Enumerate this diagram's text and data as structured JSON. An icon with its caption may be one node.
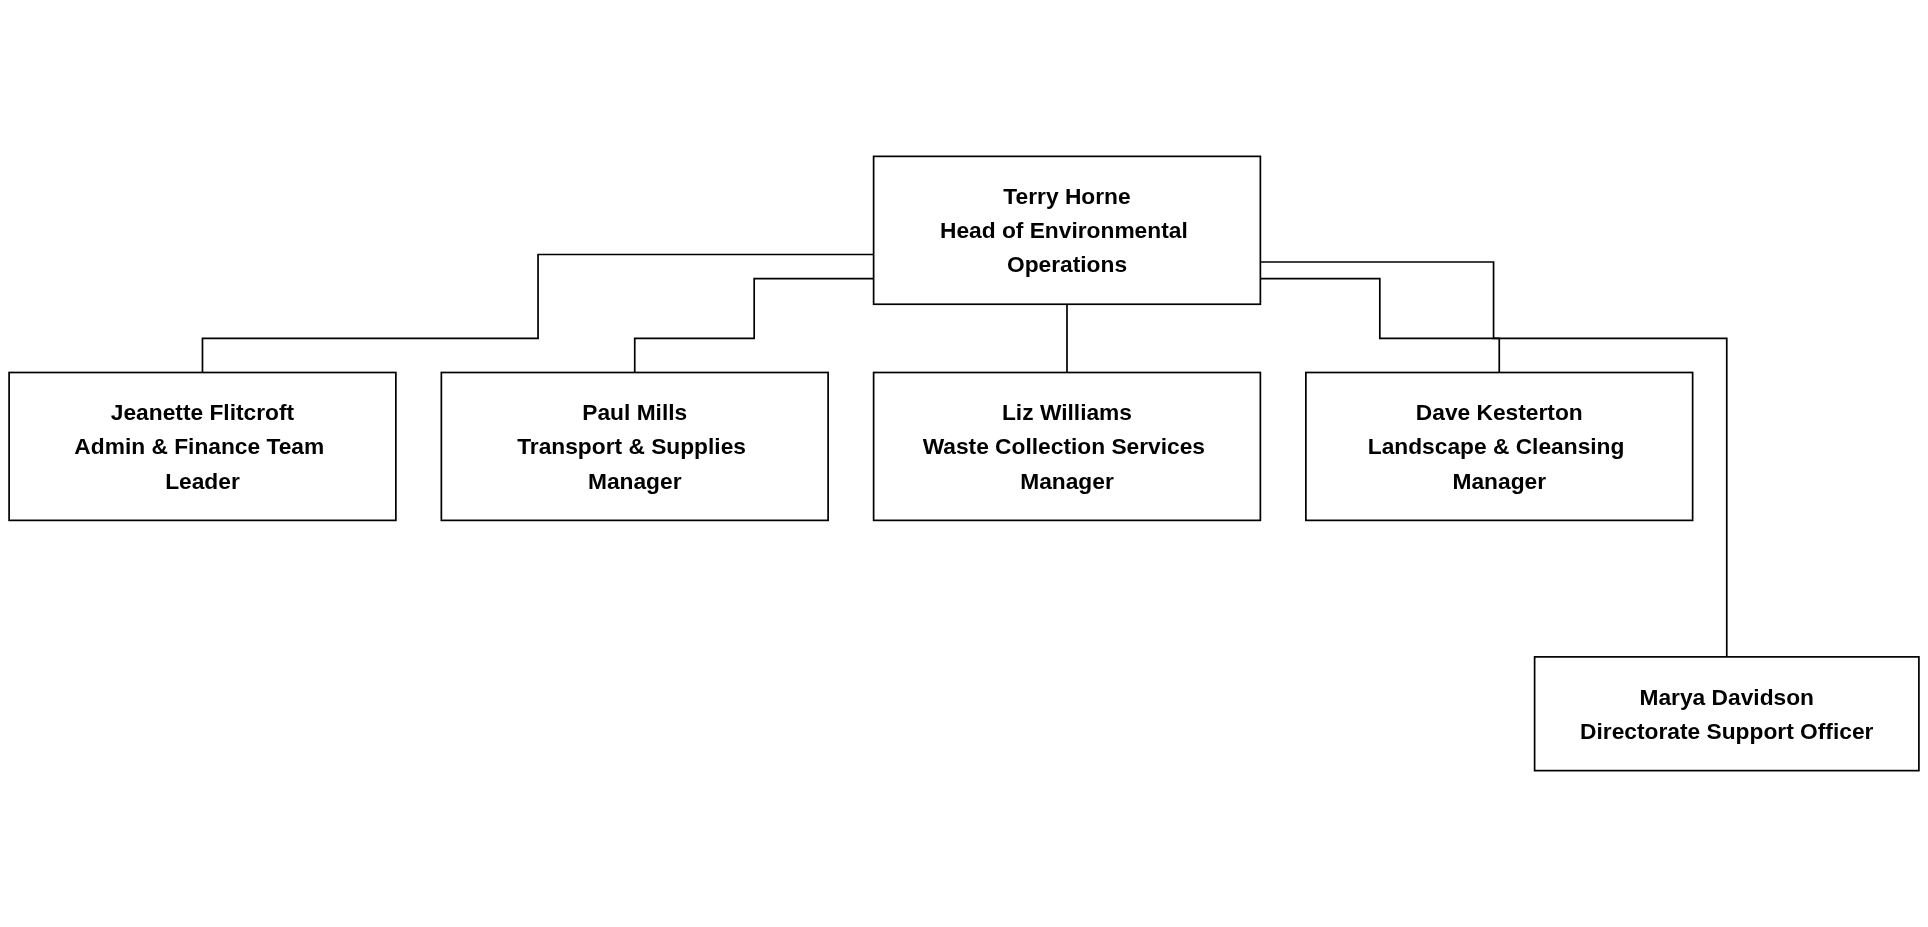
{
  "diagram": {
    "nodes": [
      {
        "text": [
          "Terry Horne",
          "Head of Environmental Operations"
        ]
      },
      {
        "text": [
          "Jeanette Flitcroft",
          "Admin & Finance Team Leader"
        ]
      },
      {
        "text": [
          "Paul Mills",
          "Transport & Supplies Manager"
        ]
      },
      {
        "text": [
          "Liz Williams",
          "Waste Collection Services Manager"
        ]
      },
      {
        "text": [
          "Dave Kesterton",
          "Landscape & Cleansing Manager"
        ]
      },
      {
        "text": [
          "Marya Davidson",
          "Directorate Support Officer"
        ]
      }
    ],
    "edges": [
      {
        "from": 0,
        "to": 1,
        "arrow": "none"
      },
      {
        "from": 0,
        "to": 2,
        "arrow": "none"
      },
      {
        "from": 0,
        "to": 5,
        "arrow": "none"
      },
      {
        "from": 0,
        "to": 3,
        "arrow": "none"
      },
      {
        "from": 0,
        "to": 4,
        "arrow": "none"
      }
    ]
  }
}
